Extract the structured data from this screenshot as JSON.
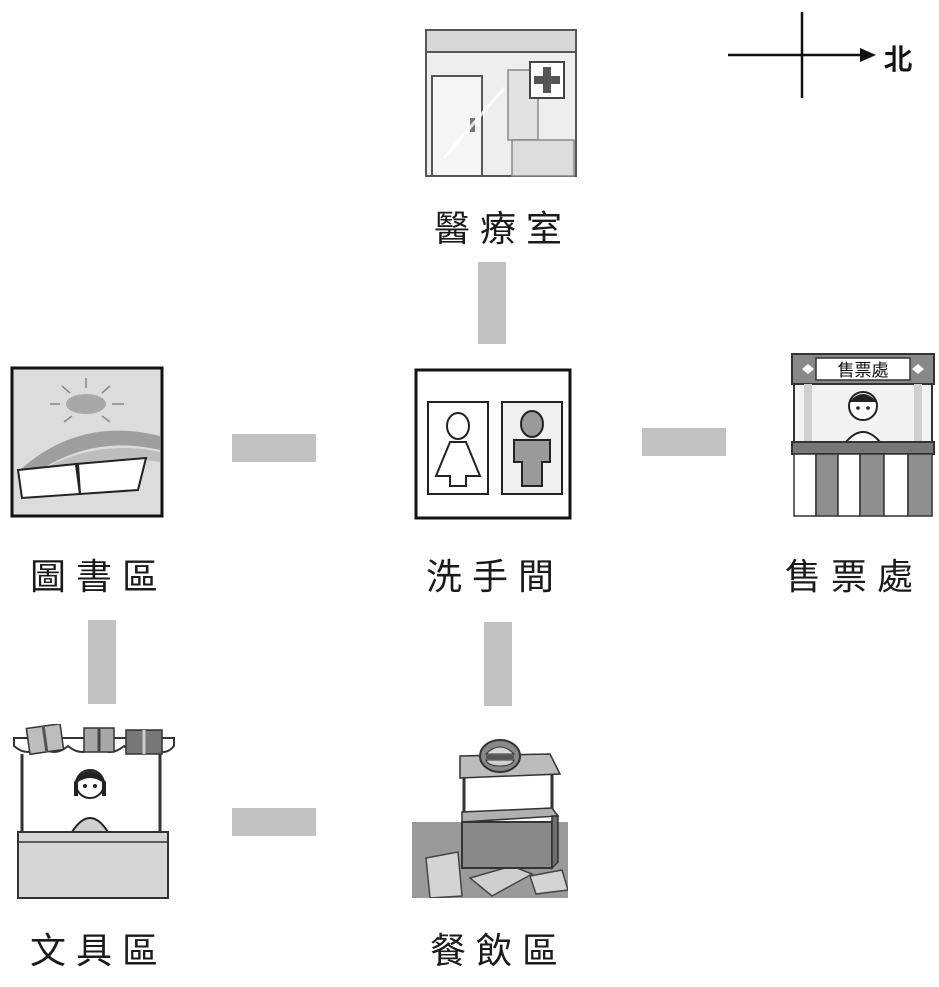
{
  "compass": {
    "north_label": "北"
  },
  "locations": {
    "clinic": {
      "label": "醫療室",
      "icon": "clinic-building-icon"
    },
    "restroom": {
      "label": "洗手間",
      "icon": "restroom-sign-icon"
    },
    "library": {
      "label": "圖書區",
      "icon": "book-rainbow-icon"
    },
    "ticket": {
      "label": "售票處",
      "icon": "ticket-booth-icon",
      "sign_text": "售票處"
    },
    "stationery": {
      "label": "文具區",
      "icon": "gift-stall-icon"
    },
    "food": {
      "label": "餐飲區",
      "icon": "food-stall-icon"
    }
  },
  "colors": {
    "connector": "#c2c2c2",
    "ink": "#1a1a1a"
  }
}
